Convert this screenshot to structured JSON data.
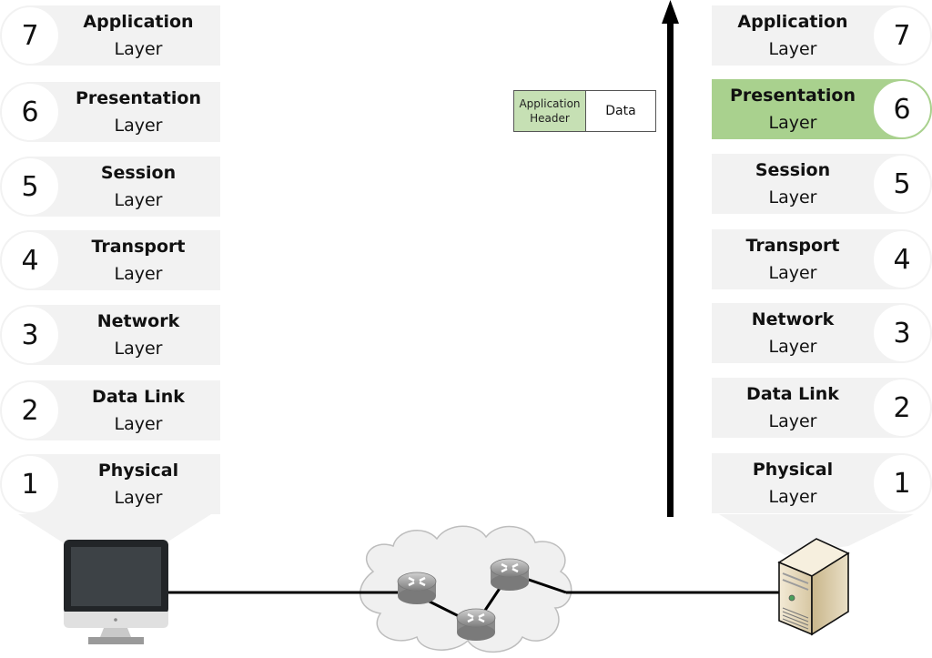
{
  "sender_stack": [
    {
      "number": "7",
      "name": "Application",
      "sub": "Layer"
    },
    {
      "number": "6",
      "name": "Presentation",
      "sub": "Layer"
    },
    {
      "number": "5",
      "name": "Session",
      "sub": "Layer"
    },
    {
      "number": "4",
      "name": "Transport",
      "sub": "Layer"
    },
    {
      "number": "3",
      "name": "Network",
      "sub": "Layer"
    },
    {
      "number": "2",
      "name": "Data Link",
      "sub": "Layer"
    },
    {
      "number": "1",
      "name": "Physical",
      "sub": "Layer"
    }
  ],
  "receiver_stack": [
    {
      "number": "7",
      "name": "Application",
      "sub": "Layer"
    },
    {
      "number": "6",
      "name": "Presentation",
      "sub": "Layer",
      "active": true
    },
    {
      "number": "5",
      "name": "Session",
      "sub": "Layer"
    },
    {
      "number": "4",
      "name": "Transport",
      "sub": "Layer"
    },
    {
      "number": "3",
      "name": "Network",
      "sub": "Layer"
    },
    {
      "number": "2",
      "name": "Data Link",
      "sub": "Layer"
    },
    {
      "number": "1",
      "name": "Physical",
      "sub": "Layer"
    }
  ],
  "packet": {
    "header_line1": "Application",
    "header_line2": "Header",
    "data": "Data"
  },
  "colors": {
    "layer_bg": "#f2f2f2",
    "active_layer": "#a9d18e",
    "packet_header": "#c6e0b4"
  },
  "icons": {
    "sender": "desktop-computer-icon",
    "receiver": "server-tower-icon",
    "network": "cloud-icon",
    "routers": [
      "router-icon",
      "router-icon",
      "router-icon"
    ],
    "direction": "up-arrow-icon"
  }
}
